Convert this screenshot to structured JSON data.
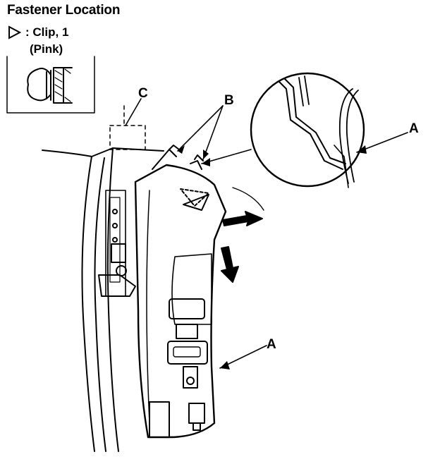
{
  "title": "Fastener Location",
  "legend": {
    "symbol": "open-triangle-icon",
    "label": ": Clip, 1",
    "sublabel": "(Pink)"
  },
  "callouts": {
    "a_upper": "A",
    "a_lower": "A",
    "b": "B",
    "c": "C"
  }
}
